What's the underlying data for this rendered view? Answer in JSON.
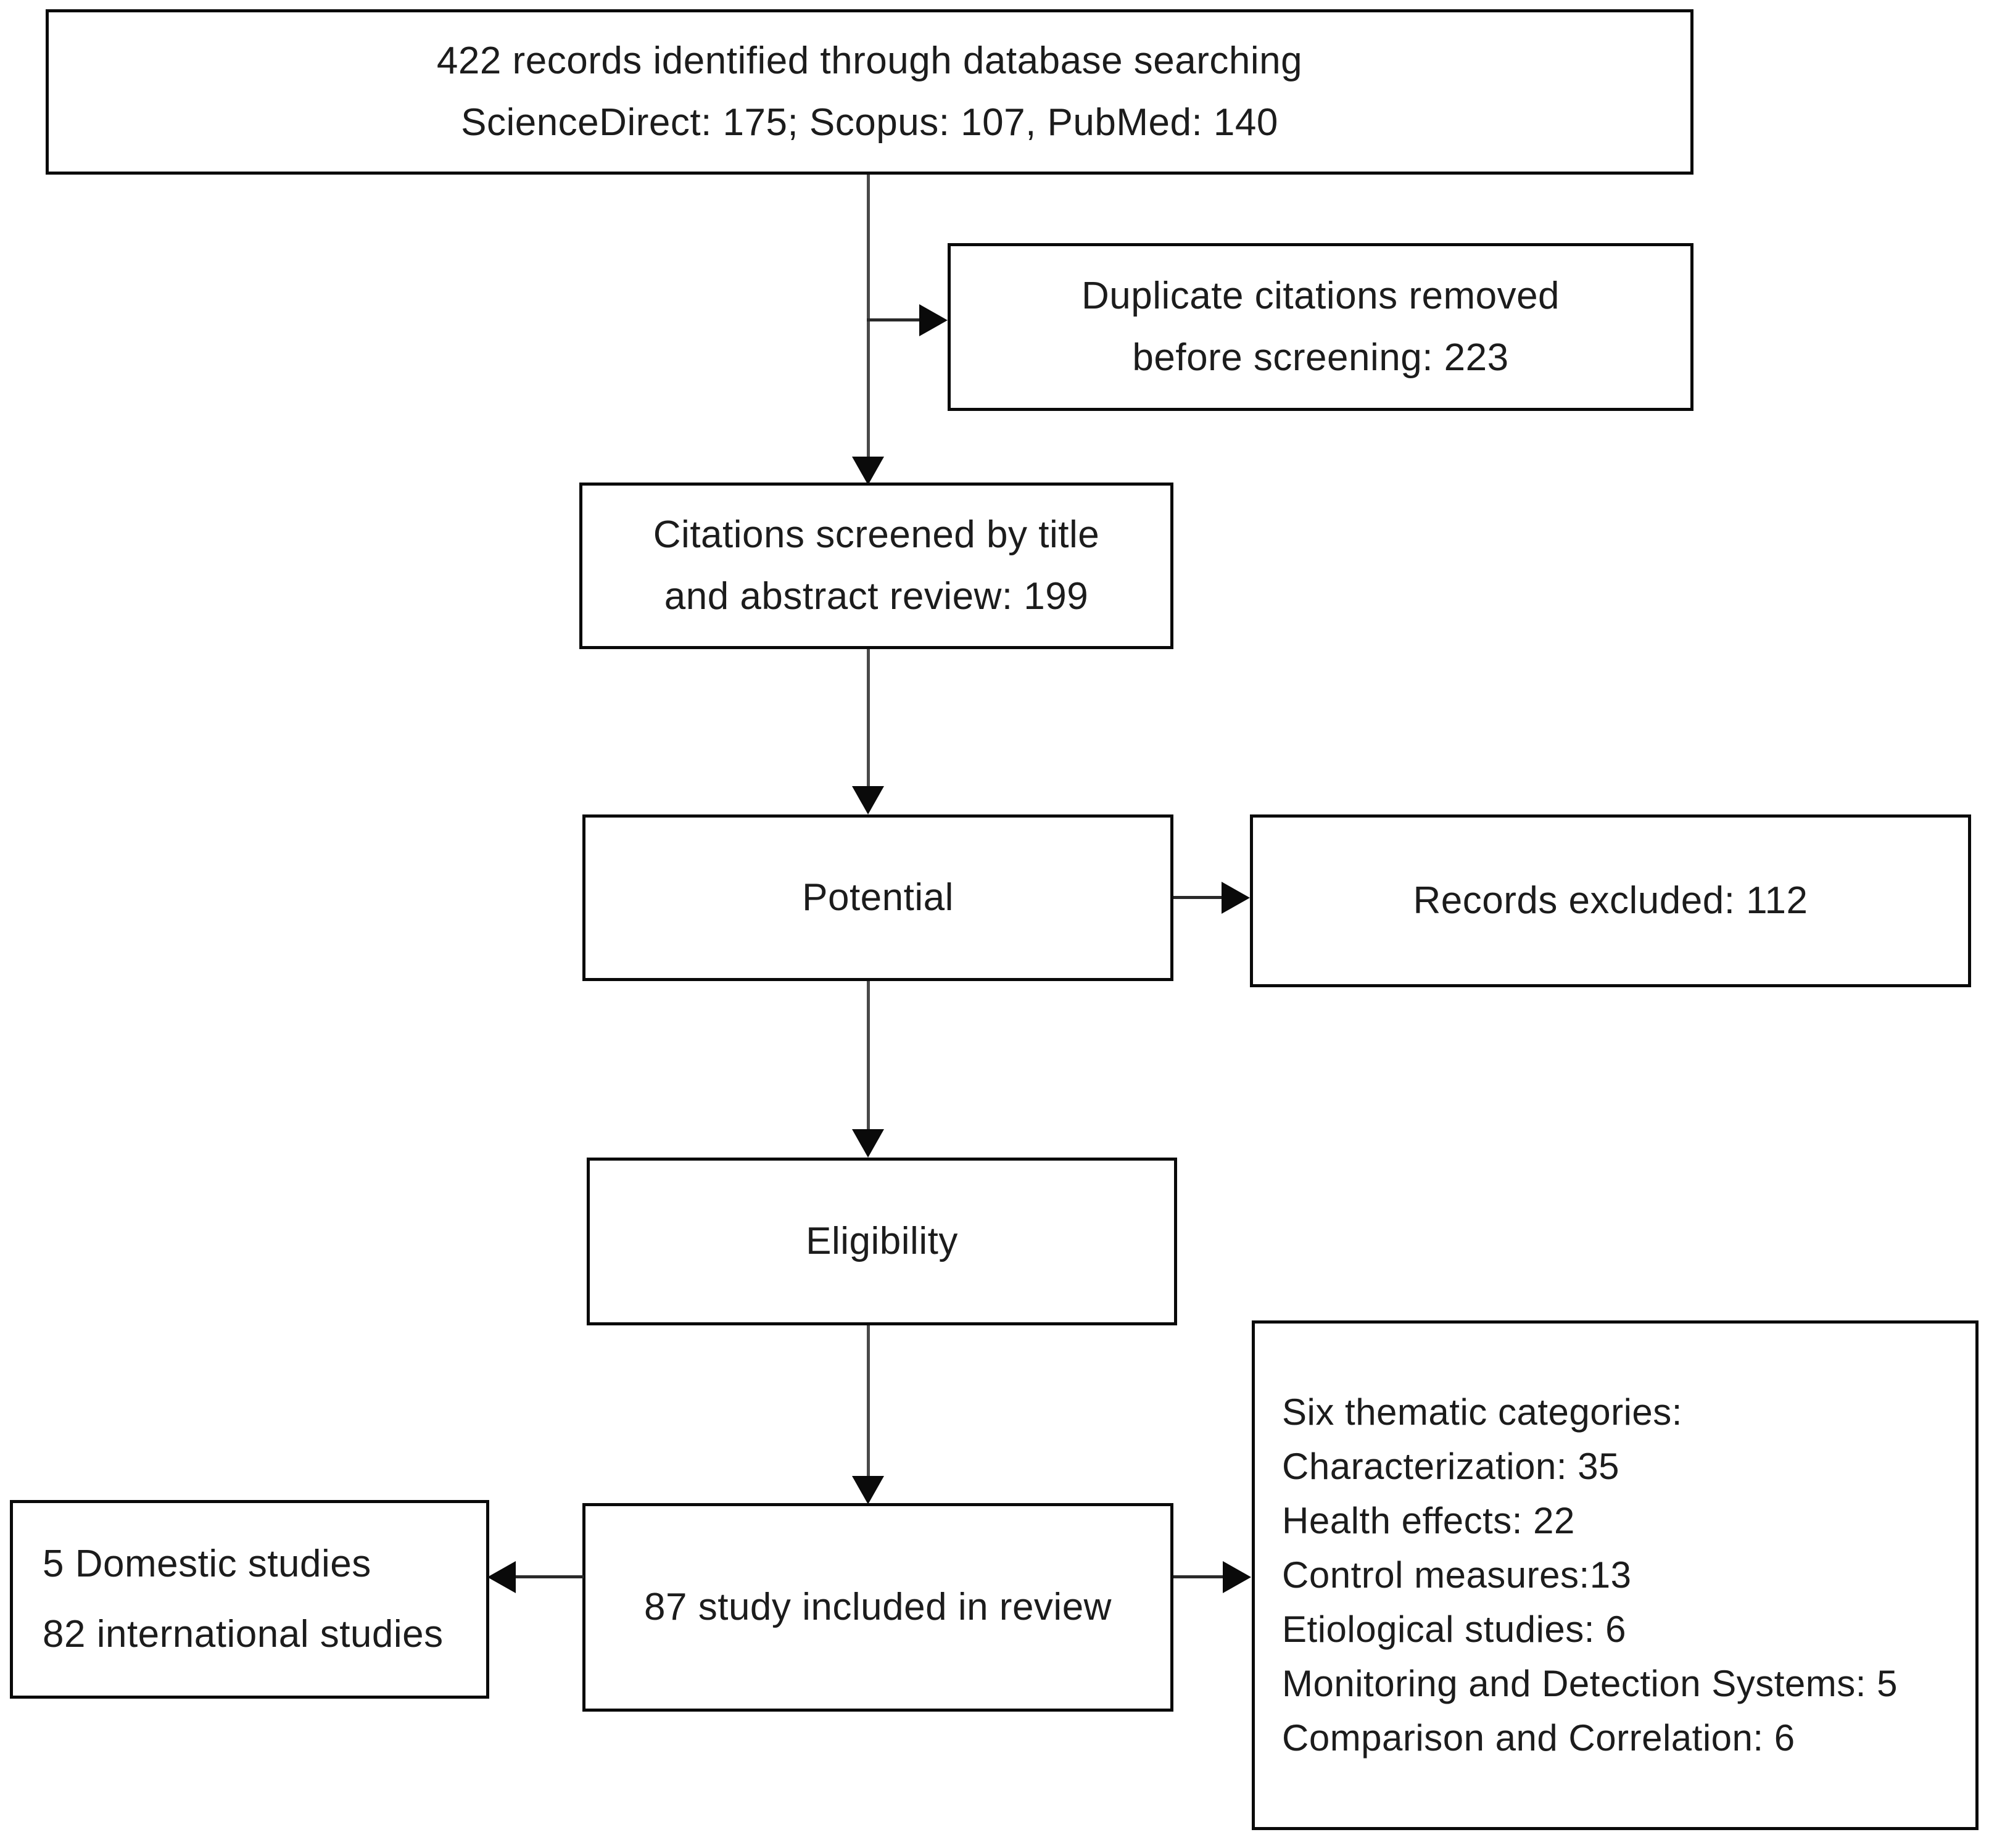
{
  "diagram": {
    "type": "prisma-flow-diagram",
    "title": "PRISMA study selection flow diagram",
    "colors": {
      "box_border": "#0a0a0a",
      "connector": "#2a2a2a",
      "background": "#ffffff",
      "text": "#1c1c1c"
    },
    "nodes": {
      "identification": {
        "id": "records-identified",
        "lines": [
          "422 records identified through database searching",
          "ScienceDirect: 175; Scopus: 107, PubMed: 140"
        ]
      },
      "duplicates_removed": {
        "id": "duplicate-citations-removed",
        "lines": [
          "Duplicate citations removed",
          "before screening: 223"
        ]
      },
      "screened": {
        "id": "citations-screened",
        "lines": [
          "Citations screened by title",
          "and abstract review: 199"
        ]
      },
      "potential": {
        "id": "potential",
        "lines": [
          "Potential"
        ]
      },
      "records_excluded": {
        "id": "records-excluded",
        "lines": [
          "Records excluded: 112"
        ]
      },
      "eligibility": {
        "id": "eligibility",
        "lines": [
          "Eligibility"
        ]
      },
      "included": {
        "id": "studies-included",
        "lines": [
          "87 study included in review"
        ]
      },
      "study_origin": {
        "id": "study-origin-breakdown",
        "lines": [
          "5 Domestic studies",
          "82 international studies"
        ]
      },
      "thematic_categories": {
        "id": "thematic-categories",
        "heading": "Six thematic categories:",
        "lines": [
          "Six thematic categories:",
          "Characterization: 35",
          "Health effects: 22",
          "Control measures:13",
          "Etiological studies: 6",
          "Monitoring and Detection Systems: 5",
          "Comparison and Correlation: 6"
        ],
        "items": [
          {
            "label": "Characterization",
            "count": 35
          },
          {
            "label": "Health effects",
            "count": 22
          },
          {
            "label": "Control measures",
            "count": 13
          },
          {
            "label": "Etiological studies",
            "count": 6
          },
          {
            "label": "Monitoring and Detection Systems",
            "count": 5
          },
          {
            "label": "Comparison and Correlation",
            "count": 6
          }
        ]
      }
    },
    "counts": {
      "records_identified": 422,
      "sciencedirect": 175,
      "scopus": 107,
      "pubmed": 140,
      "duplicates_removed": 223,
      "screened": 199,
      "records_excluded": 112,
      "included": 87,
      "domestic_studies": 5,
      "international_studies": 82
    },
    "edges": [
      {
        "from": "records-identified",
        "to": "duplicate-citations-removed",
        "direction": "right"
      },
      {
        "from": "records-identified",
        "to": "citations-screened",
        "direction": "down"
      },
      {
        "from": "citations-screened",
        "to": "potential",
        "direction": "down"
      },
      {
        "from": "potential",
        "to": "records-excluded",
        "direction": "right"
      },
      {
        "from": "potential",
        "to": "eligibility",
        "direction": "down"
      },
      {
        "from": "eligibility",
        "to": "studies-included",
        "direction": "down"
      },
      {
        "from": "studies-included",
        "to": "study-origin-breakdown",
        "direction": "left"
      },
      {
        "from": "studies-included",
        "to": "thematic-categories",
        "direction": "right"
      }
    ]
  }
}
